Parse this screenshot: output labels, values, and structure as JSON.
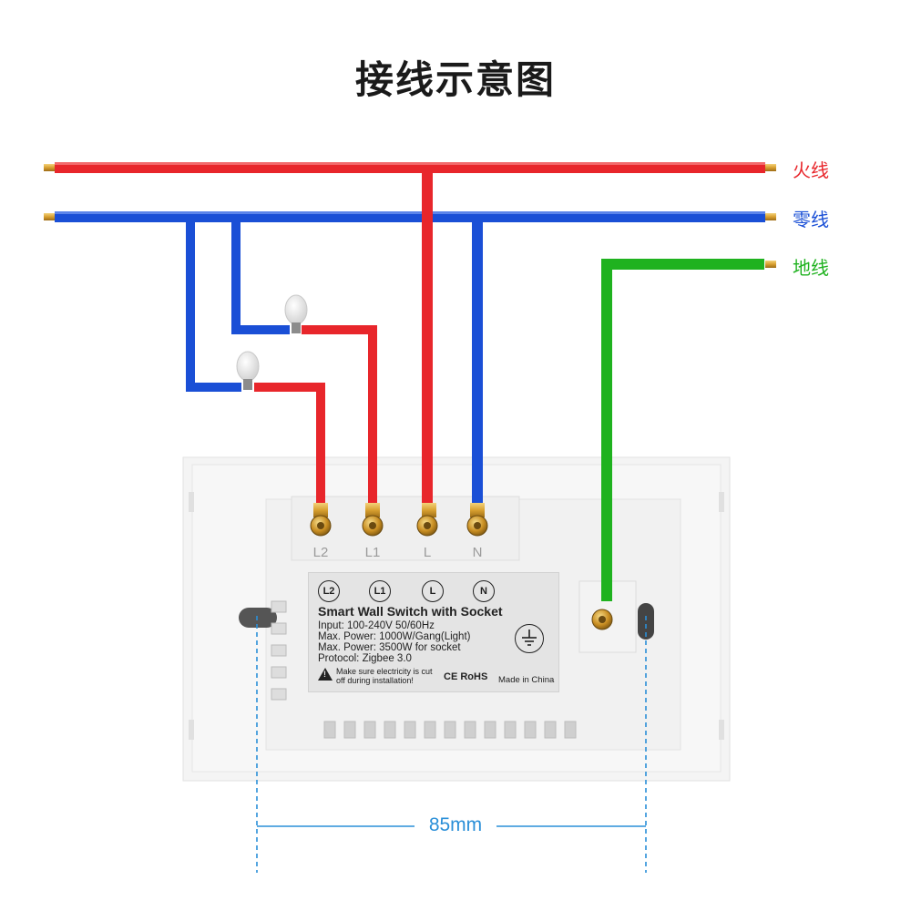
{
  "title": "接线示意图",
  "wires": {
    "live": {
      "label": "火线",
      "color": "#e8262b"
    },
    "neutral": {
      "label": "零线",
      "color": "#1a4fd6"
    },
    "earth": {
      "label": "地线",
      "color": "#1fb21f"
    }
  },
  "terminals": [
    "L2",
    "L1",
    "L",
    "N"
  ],
  "plate": {
    "icons": [
      "L2",
      "L1",
      "L",
      "N"
    ],
    "product_name": "Smart Wall Switch with Socket",
    "specs": [
      "Input: 100-240V 50/60Hz",
      "Max. Power: 1000W/Gang(Light)",
      "Max. Power: 3500W for socket",
      "Protocol: Zigbee 3.0"
    ],
    "warning": "Make sure electricity is cut off during installation!",
    "certifications": "CE RoHS",
    "made_in": "Made in China"
  },
  "dimension": "85mm"
}
